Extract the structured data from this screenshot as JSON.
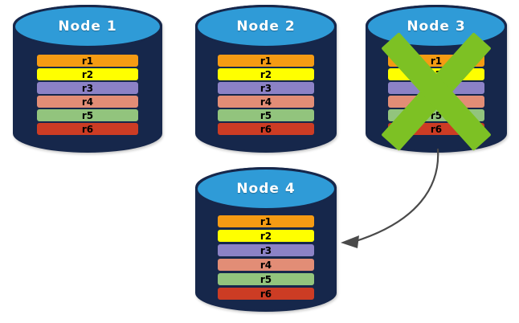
{
  "diagram": {
    "title": "Distributed node replication with failed node",
    "background_color": "#ffffff",
    "palette": {
      "node_body": "#16274b",
      "node_top": "#2f9bd7",
      "title_text": "#ffffff",
      "cross": "#7dc124",
      "arrow": "#4a4a4a"
    },
    "row_labels": [
      "r1",
      "r2",
      "r3",
      "r4",
      "r5",
      "r6"
    ],
    "row_colors": [
      "#f59b13",
      "#ffff00",
      "#8c82c6",
      "#e28d76",
      "#92c47d",
      "#cc3c24"
    ],
    "nodes": [
      {
        "id": "node-1",
        "label": "Node  1",
        "failed": false
      },
      {
        "id": "node-2",
        "label": "Node  2",
        "failed": false
      },
      {
        "id": "node-3",
        "label": "Node  3",
        "failed": true
      },
      {
        "id": "node-4",
        "label": "Node  4",
        "failed": false
      }
    ],
    "annotations": {
      "failure_marker": "green-cross",
      "arrow_from": "node-3",
      "arrow_to": "node-4",
      "arrow_direction": "left"
    }
  }
}
